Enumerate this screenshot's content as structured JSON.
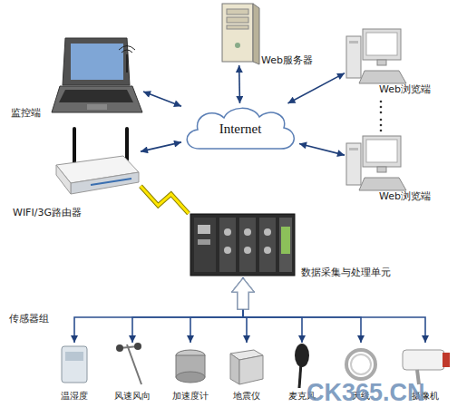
{
  "diagram": {
    "nodes": [
      {
        "text": [
          "Web服务器"
        ]
      },
      {
        "text": [
          "监控端"
        ]
      },
      {
        "text": [
          "Internet"
        ]
      },
      {
        "text": [
          "Web浏览端"
        ]
      },
      {
        "text": [
          "Web浏览端"
        ]
      },
      {
        "text": [
          "WIFI/3G路由器"
        ]
      },
      {
        "text": [
          "数据采集与处理单元"
        ]
      },
      {
        "text": [
          "温湿度"
        ]
      },
      {
        "text": [
          "风速风向"
        ]
      },
      {
        "text": [
          "加速度计"
        ]
      },
      {
        "text": [
          "地震仪"
        ]
      },
      {
        "text": [
          "麦克风"
        ]
      },
      {
        "text": [
          "天线"
        ]
      },
      {
        "text": [
          "摄像机"
        ]
      }
    ],
    "edges": [
      {
        "from": 2,
        "to": 0,
        "arrow": "both"
      },
      {
        "from": 2,
        "to": 1,
        "arrow": "both"
      },
      {
        "from": 2,
        "to": 3,
        "arrow": "both"
      },
      {
        "from": 2,
        "to": 4,
        "arrow": "both"
      },
      {
        "from": 2,
        "to": 5,
        "arrow": "both"
      },
      {
        "from": 5,
        "to": 6,
        "arrow": "none"
      },
      {
        "from": 6,
        "to": 7,
        "arrow": "both"
      },
      {
        "from": 6,
        "to": 8,
        "arrow": "both"
      },
      {
        "from": 6,
        "to": 9,
        "arrow": "both"
      },
      {
        "from": 6,
        "to": 10,
        "arrow": "both"
      },
      {
        "from": 6,
        "to": 11,
        "arrow": "both"
      },
      {
        "from": 6,
        "to": 12,
        "arrow": "both"
      },
      {
        "from": 6,
        "to": 13,
        "arrow": "both"
      }
    ],
    "labels": [
      "传感器组",
      "CK365.CN"
    ]
  }
}
